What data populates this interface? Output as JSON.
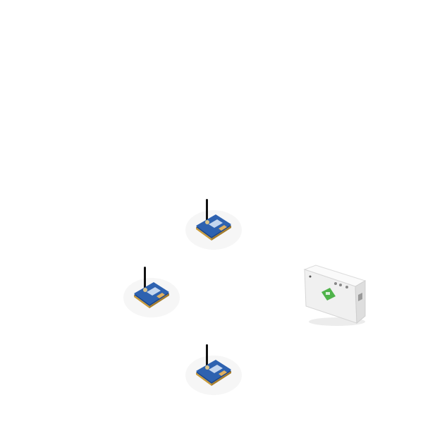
{
  "scene": {
    "modules": [
      {
        "id": "module-1",
        "name": "xbee-radio-module"
      },
      {
        "id": "module-2",
        "name": "xbee-radio-module"
      },
      {
        "id": "module-3",
        "name": "xbee-radio-module"
      }
    ],
    "gateway": {
      "name": "digi-gateway-device"
    }
  },
  "colors": {
    "module_board": "#2e62b0",
    "module_board_dark": "#1d4688",
    "module_pins": "#c89b3c",
    "antenna": "#111111",
    "gateway_body": "#f2f2f2",
    "gateway_logo": "#4fb34a"
  },
  "icons": {
    "module": "xbee-module-icon",
    "gateway": "gateway-router-icon"
  }
}
